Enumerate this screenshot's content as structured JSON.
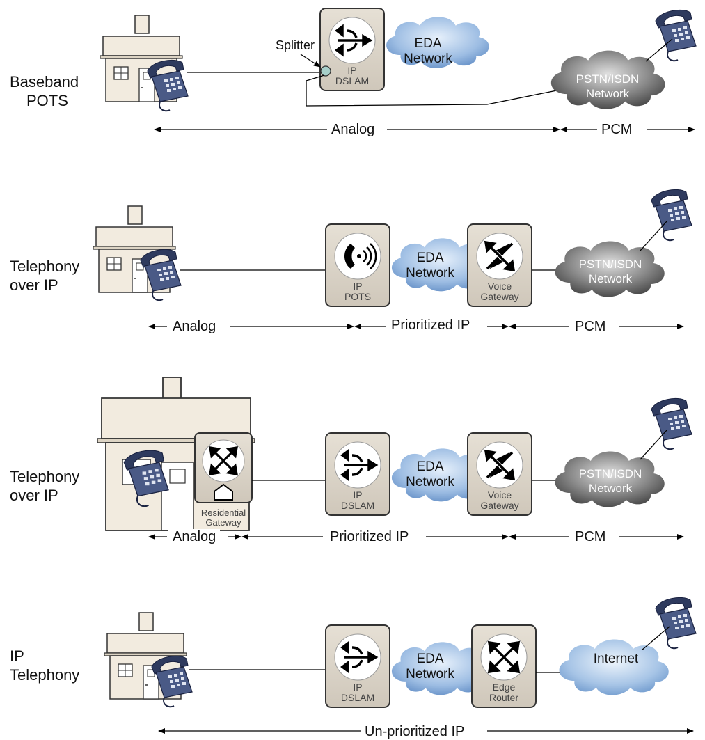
{
  "rows": [
    {
      "label_line1": "Baseband",
      "label_line2": "POTS",
      "splitter": "Splitter",
      "device1": {
        "line1": "IP",
        "line2": "DSLAM"
      },
      "cloud1": {
        "line1": "EDA",
        "line2": "Network"
      },
      "cloud2": {
        "line1": "PSTN/ISDN",
        "line2": "Network"
      },
      "segments": [
        "Analog",
        "PCM"
      ]
    },
    {
      "label_line1": "Telephony",
      "label_line2": "over IP",
      "device1": {
        "line1": "IP",
        "line2": "POTS"
      },
      "cloud1": {
        "line1": "EDA",
        "line2": "Network"
      },
      "device2": {
        "line1": "Voice",
        "line2": "Gateway"
      },
      "cloud2": {
        "line1": "PSTN/ISDN",
        "line2": "Network"
      },
      "segments": [
        "Analog",
        "Prioritized IP",
        "PCM"
      ]
    },
    {
      "label_line1": "Telephony",
      "label_line2": "over IP",
      "res_gateway": {
        "line1": "Residential",
        "line2": "Gateway"
      },
      "device1": {
        "line1": "IP",
        "line2": "DSLAM"
      },
      "cloud1": {
        "line1": "EDA",
        "line2": "Network"
      },
      "device2": {
        "line1": "Voice",
        "line2": "Gateway"
      },
      "cloud2": {
        "line1": "PSTN/ISDN",
        "line2": "Network"
      },
      "segments": [
        "Analog",
        "Prioritized IP",
        "PCM"
      ]
    },
    {
      "label_line1": "IP",
      "label_line2": "Telephony",
      "device1": {
        "line1": "IP",
        "line2": "DSLAM"
      },
      "cloud1": {
        "line1": "EDA",
        "line2": "Network"
      },
      "device2": {
        "line1": "Edge",
        "line2": "Router"
      },
      "cloud2": {
        "line1": "Internet",
        "line2": ""
      },
      "segments": [
        "Un-prioritized IP"
      ]
    }
  ],
  "colors": {
    "house_fill": "#f2ebdf",
    "box_fill": "#d9d2c7",
    "blue_cloud": "#8fb3dc",
    "dark_cloud": "#7a7a7a",
    "phone": "#3c4a6e"
  },
  "icons": [
    "house-icon",
    "phone-icon",
    "dslam-arrows-icon",
    "voice-gateway-icon",
    "router-icon",
    "pots-phone-icon",
    "splitter-icon"
  ]
}
